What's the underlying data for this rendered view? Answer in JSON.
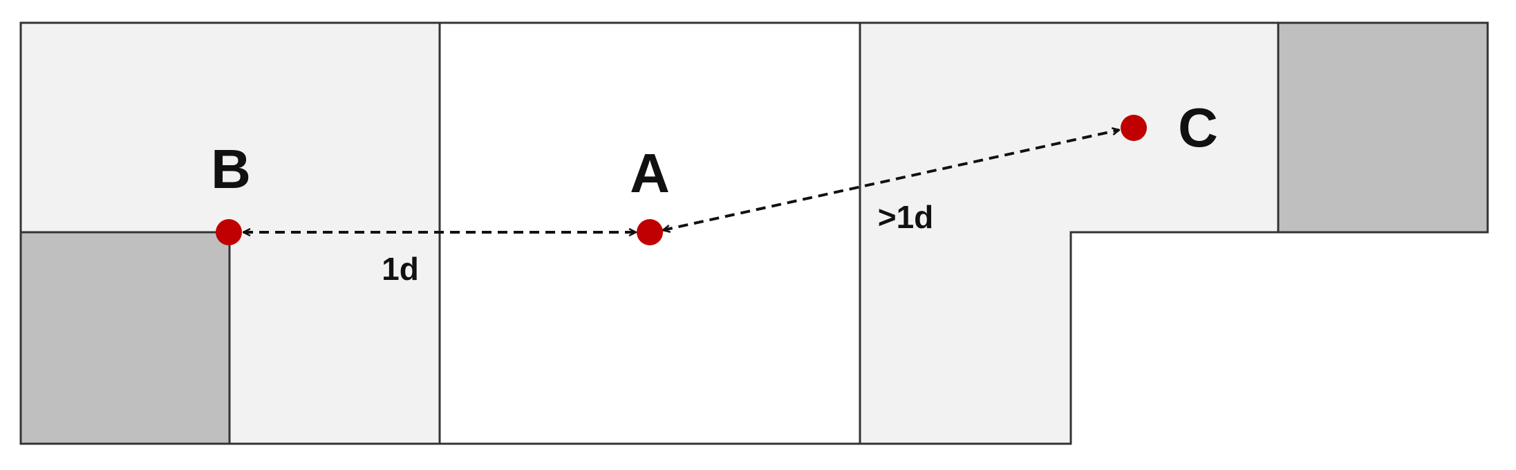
{
  "points": [
    {
      "id": "A",
      "label": "A"
    },
    {
      "id": "B",
      "label": "B"
    },
    {
      "id": "C",
      "label": "C"
    }
  ],
  "distances": [
    {
      "from": "B",
      "to": "A",
      "label": "1d"
    },
    {
      "from": "A",
      "to": "C",
      "label": ">1d"
    }
  ],
  "colors": {
    "point": "#c00000",
    "light_fill": "#f2f2f2",
    "obstacle_fill": "#bfbfbf",
    "open_fill": "#ffffff",
    "outline": "#333333"
  }
}
